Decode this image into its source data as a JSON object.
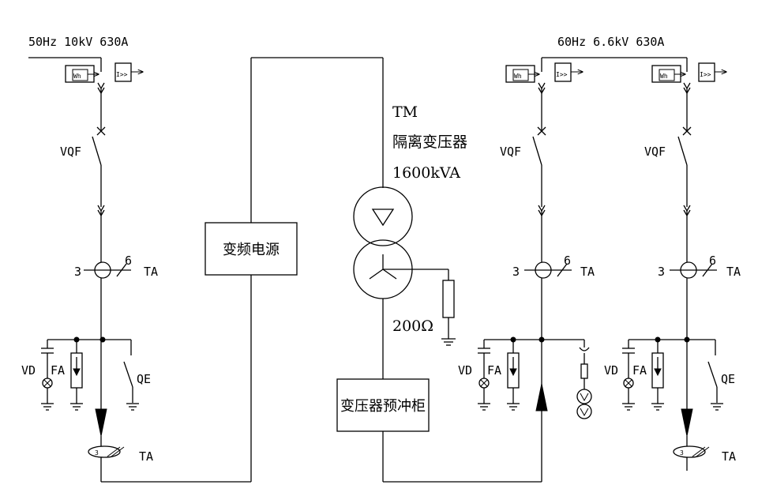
{
  "incoming": {
    "rating": "50Hz 10kV 630A",
    "meter_text": "Wh",
    "relay_text": "I>>",
    "breaker": "VQF",
    "ct_left": "3",
    "ct_right": "6",
    "ct_label": "TA",
    "vd": "VD",
    "fa": "FA",
    "qe": "QE",
    "zct_num": "3",
    "zct_label": "TA"
  },
  "outgoing_bus": {
    "rating": "60Hz 6.6kV 630A"
  },
  "outgoing_1": {
    "meter_text": "Wh",
    "relay_text": "I>>",
    "breaker": "VQF",
    "ct_left": "3",
    "ct_right": "6",
    "ct_label": "TA",
    "vd": "VD",
    "fa": "FA"
  },
  "outgoing_2": {
    "meter_text": "Wh",
    "relay_text": "I>>",
    "breaker": "VQF",
    "ct_left": "3",
    "ct_right": "6",
    "ct_label": "TA",
    "vd": "VD",
    "fa": "FA",
    "qe": "QE",
    "zct_num": "3",
    "zct_label": "TA"
  },
  "vfd": {
    "label": "变频电源"
  },
  "transformer": {
    "tag": "TM",
    "name": "隔离变压器",
    "capacity": "1600kVA",
    "resistor": "200Ω"
  },
  "precharge": {
    "label": "变压器预冲柜"
  }
}
